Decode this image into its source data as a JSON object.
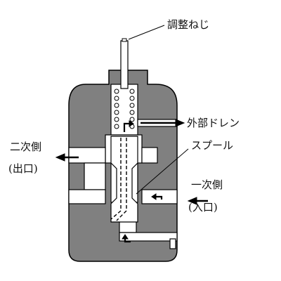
{
  "labels": {
    "adjust_screw": "調整ねじ",
    "external_drain": "外部ドレン",
    "secondary_side": "二次側",
    "secondary_port": "(出口)",
    "spool": "スプール",
    "primary_side": "一次側",
    "primary_port": "(入口)"
  },
  "colors": {
    "body": "#808080",
    "background": "#ffffff",
    "outline": "#000000",
    "arrow": "#000000"
  }
}
